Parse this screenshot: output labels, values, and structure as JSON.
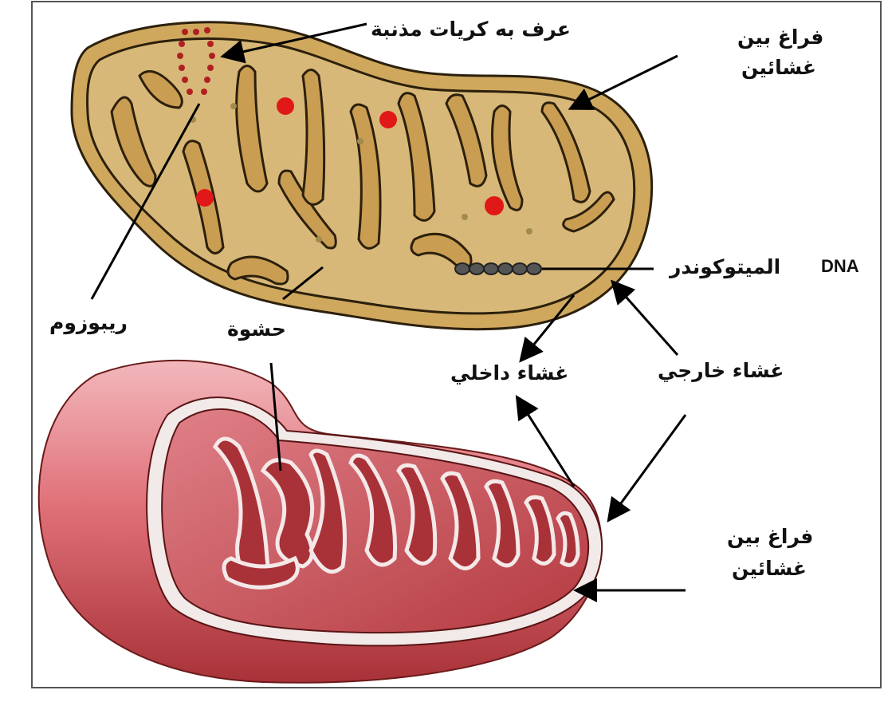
{
  "labels": {
    "cristae_top": "عرف به كريات مذنبة",
    "intermembrane_top_1": "فراغ بين",
    "intermembrane_top_2": "غشائين",
    "dna": "DNA",
    "mitochondrion": "الميتوكوندر",
    "ribosome": "ريبوزوم",
    "matrix": "حشوة",
    "inner_membrane": "غشاء داخلي",
    "outer_membrane": "غشاء خارجي",
    "intermembrane_bottom_1": "فراغ بين",
    "intermembrane_bottom_2": "غشائين"
  },
  "colors": {
    "top_fill": "#d6b36a",
    "top_stroke": "#3a2a10",
    "red_dot": "#e01818",
    "ribosome_dot": "#a08a50",
    "bottom_outer": "#d9606a",
    "bottom_inner": "#b83a3e",
    "bottom_dark": "#9a2428",
    "membrane_white": "#f2e9e9"
  }
}
